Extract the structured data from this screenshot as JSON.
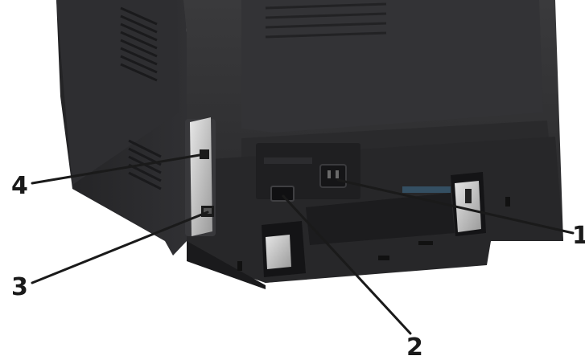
{
  "callouts": [
    {
      "number": "1",
      "target": "power-cord-socket"
    },
    {
      "number": "2",
      "target": "power-switch"
    },
    {
      "number": "3",
      "target": "ethernet-port"
    },
    {
      "number": "4",
      "target": "usb-port"
    }
  ],
  "colors": {
    "printer_body": "#2b2b2d",
    "printer_dark": "#1c1c1e",
    "printer_highlight": "#4a4a4d",
    "metal_panel": "#c9c9c9",
    "callout_line": "#1a1a1a"
  }
}
